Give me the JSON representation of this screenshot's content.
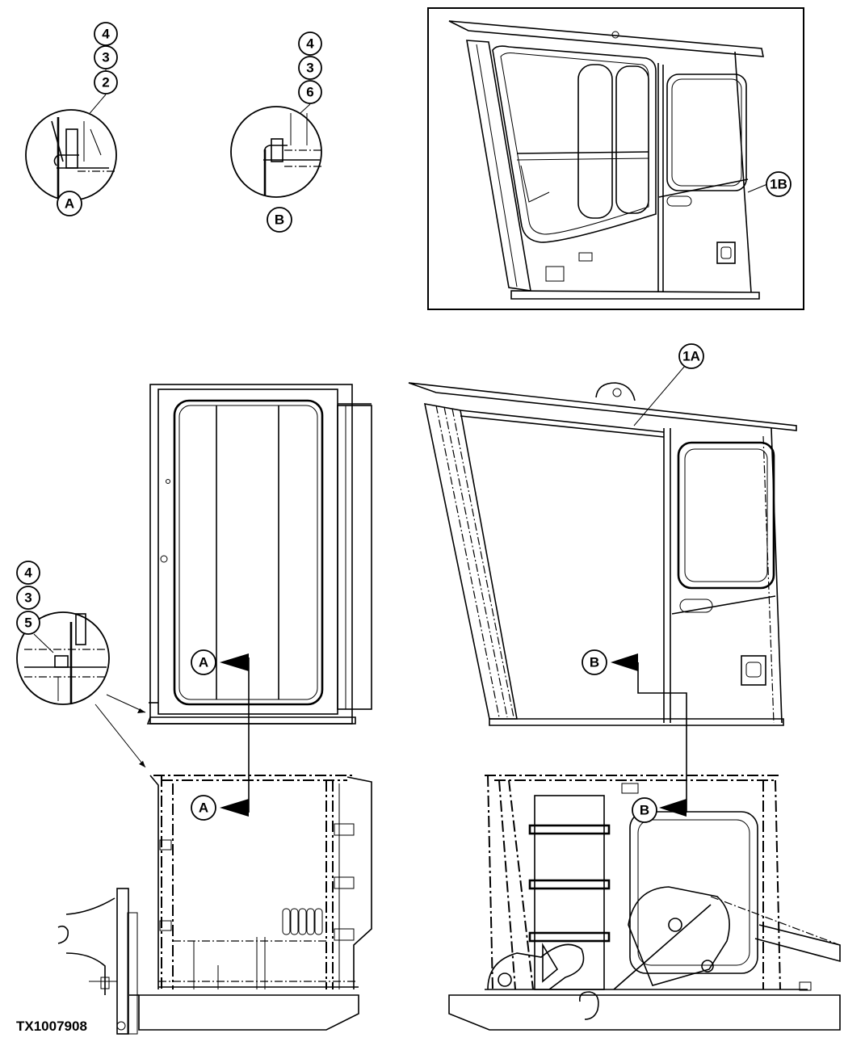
{
  "figure_id": "TX1007908",
  "detail_a": {
    "callouts": [
      "4",
      "3",
      "2"
    ],
    "label": "A"
  },
  "detail_b": {
    "callouts": [
      "4",
      "3",
      "6"
    ],
    "label": "B"
  },
  "detail_c": {
    "callouts": [
      "4",
      "3",
      "5"
    ]
  },
  "inset_cab": {
    "callout": "1B"
  },
  "right_cab": {
    "callout": "1A"
  },
  "arrows": {
    "front_upper": "A",
    "front_lower": "A",
    "side_upper": "B",
    "side_lower": "B"
  }
}
